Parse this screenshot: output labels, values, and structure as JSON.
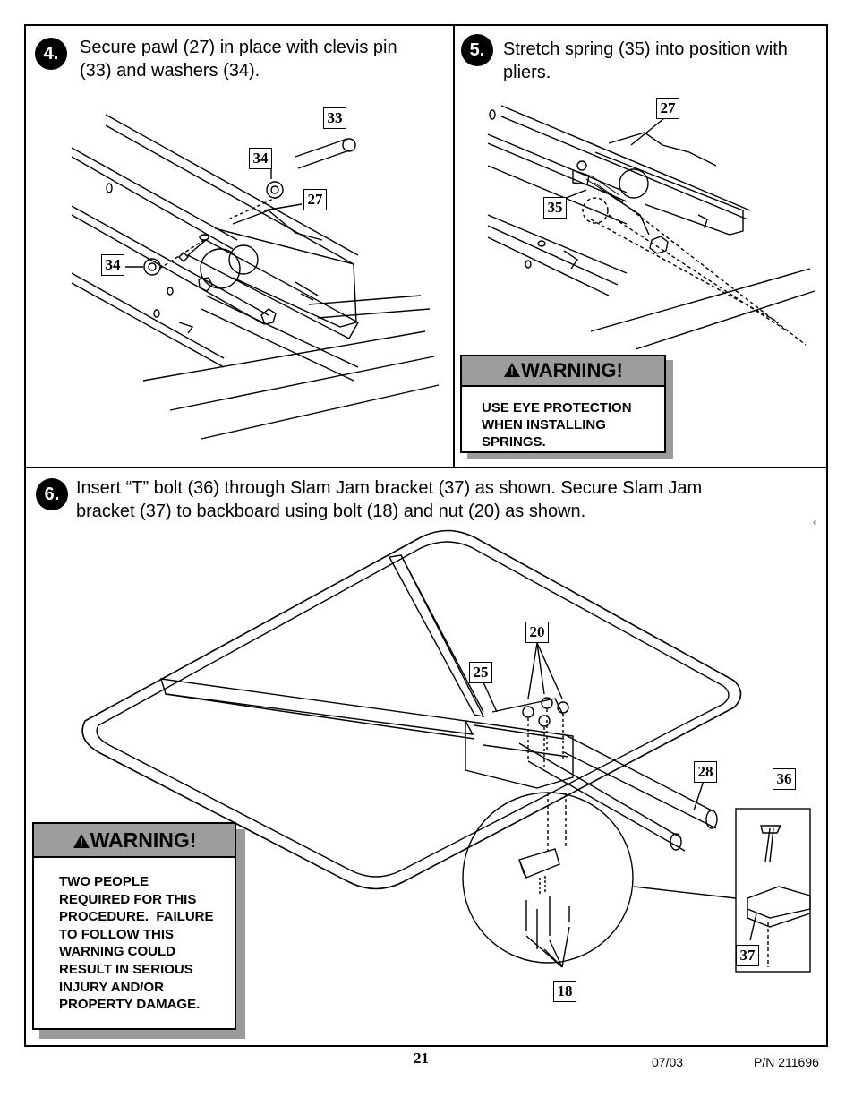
{
  "steps": [
    {
      "number": "4.",
      "text_line1": "Secure pawl (27) in place with clevis pin",
      "text_line2": "(33) and washers (34)."
    },
    {
      "number": "5.",
      "text_line1": "Stretch spring (35) into position with",
      "text_line2": "pliers."
    },
    {
      "number": "6.",
      "text_line1": "Insert “T” bolt (36) through Slam Jam bracket (37) as shown. Secure Slam Jam",
      "text_line2": "bracket (37) to backboard using bolt (18) and nut (20) as shown."
    }
  ],
  "callouts": {
    "step4": [
      "33",
      "34",
      "27",
      "34"
    ],
    "step5": [
      "27",
      "35"
    ],
    "step6": [
      "20",
      "25",
      "28",
      "36",
      "37",
      "18"
    ]
  },
  "warnings": [
    {
      "title": "WARNING!",
      "lines": [
        "USE EYE PROTECTION",
        "WHEN INSTALLING",
        "SPRINGS."
      ]
    },
    {
      "title": "WARNING!",
      "lines": [
        "TWO PEOPLE",
        "REQUIRED FOR THIS",
        "PROCEDURE.  FAILURE",
        "TO FOLLOW THIS",
        "WARNING COULD",
        "RESULT IN SERIOUS",
        "INJURY AND/OR",
        "PROPERTY DAMAGE."
      ]
    }
  ],
  "footer": {
    "page": "21",
    "date": "07/03",
    "part_number": "P/N 211696"
  },
  "icons": {
    "warning": "warning-triangle-icon"
  }
}
